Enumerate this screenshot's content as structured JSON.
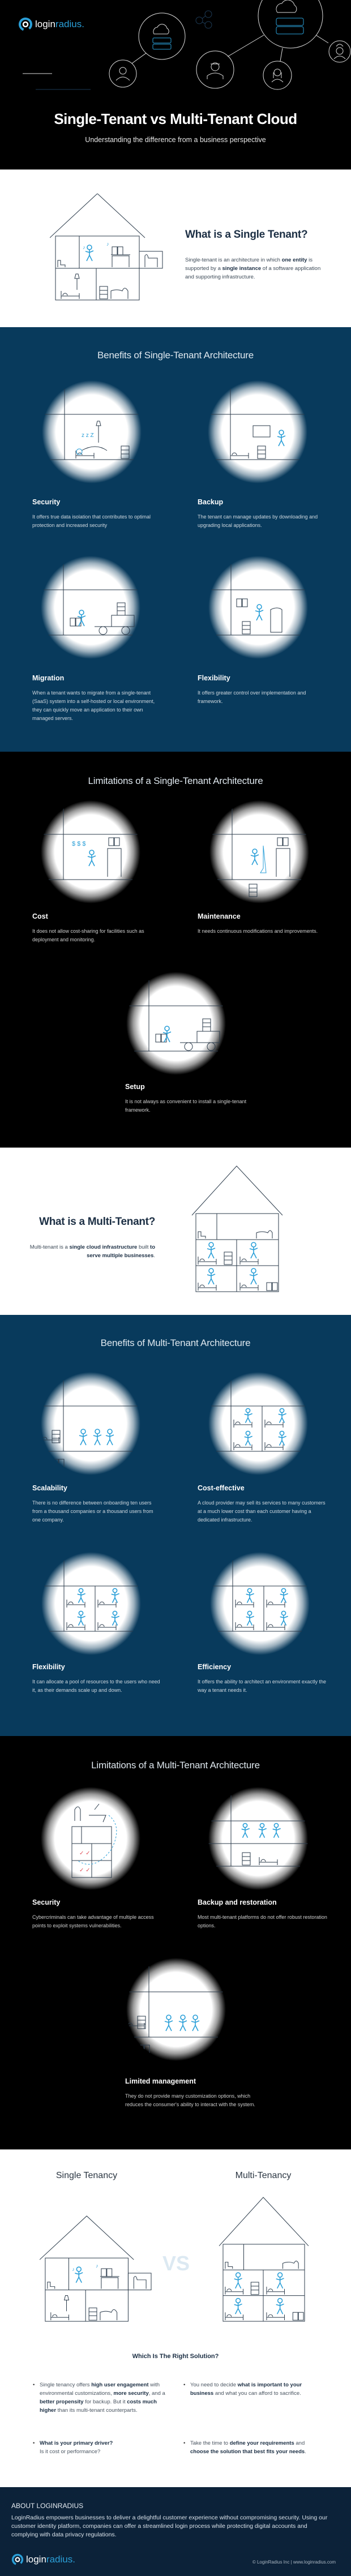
{
  "brand": {
    "logo_part1": "login",
    "logo_part2": "radius.",
    "accent": "#2a9fd8",
    "navy": "#083a5c",
    "footer_bg": "#0c2239"
  },
  "header": {
    "title": "Single-Tenant vs Multi-Tenant Cloud",
    "subtitle": "Understanding the difference from a business perspective",
    "icons": [
      "cloud-server-icon",
      "user-icon",
      "worker-icon",
      "woman-icon",
      "chef-icon",
      "share-icon"
    ]
  },
  "single_def": {
    "heading": "What is a Single Tenant?",
    "text": [
      {
        "t": "Single-tenant is an architecture in which "
      },
      {
        "t": "one entity",
        "b": true
      },
      {
        "t": " is supported by a "
      },
      {
        "t": "single instance",
        "b": true
      },
      {
        "t": " of a software application and supporting infrastructure."
      }
    ]
  },
  "single_benefits": {
    "heading": "Benefits of Single-Tenant Architecture",
    "items": [
      {
        "title": "Security",
        "text": "It offers true data isolation that contributes to optimal protection and increased security"
      },
      {
        "title": "Backup",
        "text": "The tenant can manage updates by downloading and upgrading local applications."
      },
      {
        "title": "Migration",
        "text": "When a tenant wants to migrate from a single-tenant (SaaS) system into a self-hosted or local environment, they can quickly move an application to their own managed servers."
      },
      {
        "title": "Flexibility",
        "text": "It offers greater control over implementation and framework."
      }
    ]
  },
  "single_limits": {
    "heading": "Limitations of a Single-Tenant Architecture",
    "items": [
      {
        "title": "Cost",
        "text": "It does not allow cost-sharing for facilities such as deployment and monitoring."
      },
      {
        "title": "Maintenance",
        "text": "It needs continuous modifications and improvements."
      },
      {
        "title": "Setup",
        "text": "It is not always as convenient to install a single-tenant framework."
      }
    ]
  },
  "multi_def": {
    "heading": "What is a Multi-Tenant?",
    "text": [
      {
        "t": "Multi-tenant is a "
      },
      {
        "t": "single cloud infrastructure",
        "b": true
      },
      {
        "t": " built "
      },
      {
        "t": "to serve multiple businesses",
        "b": true
      },
      {
        "t": "."
      }
    ]
  },
  "multi_benefits": {
    "heading": "Benefits of Multi-Tenant Architecture",
    "items": [
      {
        "title": "Scalability",
        "text": "There is no difference between onboarding ten users from a thousand companies or a thousand users from one company."
      },
      {
        "title": "Cost-effective",
        "text": "A cloud provider may sell its services to many customers at a much lower cost than each customer having a dedicated infrastructure."
      },
      {
        "title": "Flexibility",
        "text": "It can allocate a pool of resources to the users who need it, as their demands scale up and down."
      },
      {
        "title": "Efficiency",
        "text": "It offers the ability to architect an environment exactly the way a tenant needs it."
      }
    ]
  },
  "multi_limits": {
    "heading": "Limitations of a Multi-Tenant Architecture",
    "items": [
      {
        "title": "Security",
        "text": "Cybercriminals can take advantage of multiple access points to exploit systems vulnerabilities."
      },
      {
        "title": "Backup and restoration",
        "text": "Most multi-tenant platforms do not offer robust restoration options."
      },
      {
        "title": "Limited management",
        "text": "They do not provide many customization options, which reduces the consumer's ability to interact with the system."
      }
    ]
  },
  "compare": {
    "left_label": "Single Tenancy",
    "right_label": "Multi-Tenancy",
    "vs": "VS",
    "question": "Which Is The Right Solution?",
    "bullets": [
      [
        {
          "t": "Single tenancy offers "
        },
        {
          "t": "high user engagement",
          "b": true
        },
        {
          "t": " with environmental customizations, "
        },
        {
          "t": "more security",
          "b": true
        },
        {
          "t": ", and a "
        },
        {
          "t": "better propensity",
          "b": true
        },
        {
          "t": " for backup. But it "
        },
        {
          "t": "costs much higher",
          "b": true
        },
        {
          "t": " than its multi-tenant counterparts."
        }
      ],
      [
        {
          "t": "You need to decide "
        },
        {
          "t": "what is important to your business",
          "b": true
        },
        {
          "t": " and what you can afford to sacrifice."
        }
      ],
      [
        {
          "t": "What is your primary driver?",
          "b": true
        },
        {
          "t": "\nIs it cost or performance?"
        }
      ],
      [
        {
          "t": "Take the time to "
        },
        {
          "t": "define your requirements",
          "b": true
        },
        {
          "t": " and "
        },
        {
          "t": "choose the solution that best fits your needs",
          "b": true
        },
        {
          "t": "."
        }
      ]
    ]
  },
  "footer": {
    "about_heading": "ABOUT LOGINRADIUS",
    "about_text": "LoginRadius empowers businesses to deliver a delightful customer experience without compromising security. Using our customer identity platform, companies can offer a streamlined login process while protecting digital accounts and complying with data privacy regulations.",
    "copyright": "© LoginRadius Inc | www.loginradius.com"
  }
}
